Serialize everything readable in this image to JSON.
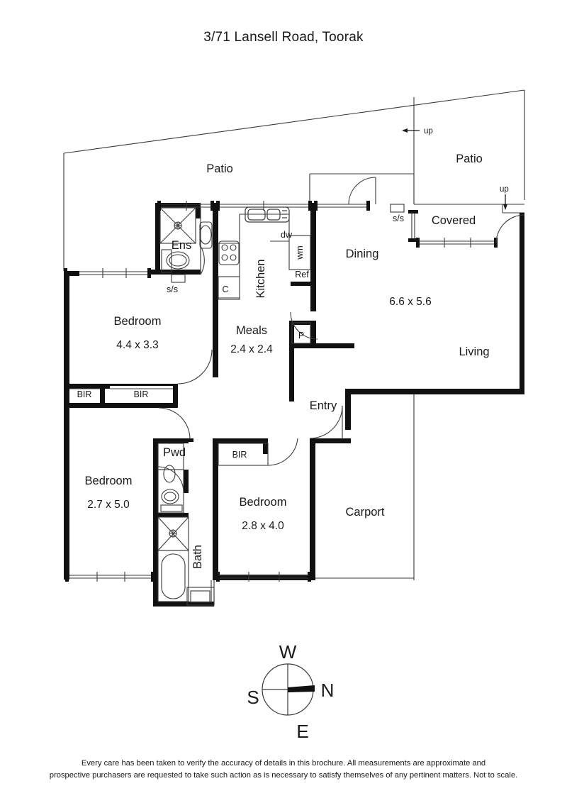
{
  "title": "3/71 Lansell Road, Toorak",
  "footer": {
    "line1": "Every care has been taken to verify the accuracy of details in this brochure. All measurements are approximate and",
    "line2": "prospective purchasers are requested to take such action as is necessary to satisfy themselves of any pertinent matters. Not to scale."
  },
  "colors": {
    "wall": "#111111",
    "thin_line": "#3a3a3a",
    "fixture": "#2b2b2b",
    "background": "#ffffff",
    "text": "#1a1a1a"
  },
  "rooms": [
    {
      "name": "patio-left",
      "label": "Patio",
      "dimensions": ""
    },
    {
      "name": "patio-right",
      "label": "Patio",
      "dimensions": ""
    },
    {
      "name": "covered",
      "label": "Covered",
      "dimensions": ""
    },
    {
      "name": "ensuite",
      "label": "Ens",
      "dimensions": ""
    },
    {
      "name": "kitchen",
      "label": "Kitchen",
      "dimensions": ""
    },
    {
      "name": "dining",
      "label": "Dining",
      "dimensions": ""
    },
    {
      "name": "living",
      "label": "Living",
      "dimensions": "6.6 x 5.6"
    },
    {
      "name": "bedroom-main",
      "label": "Bedroom",
      "dimensions": "4.4 x 3.3"
    },
    {
      "name": "meals",
      "label": "Meals",
      "dimensions": "2.4 x 2.4"
    },
    {
      "name": "bedroom-two",
      "label": "Bedroom",
      "dimensions": "2.7 x 5.0"
    },
    {
      "name": "bedroom-three",
      "label": "Bedroom",
      "dimensions": "2.8 x 4.0"
    },
    {
      "name": "bathroom",
      "label": "Bath",
      "dimensions": ""
    },
    {
      "name": "powder-room",
      "label": "Pwd",
      "dimensions": ""
    },
    {
      "name": "entry",
      "label": "Entry",
      "dimensions": ""
    },
    {
      "name": "carport",
      "label": "Carport",
      "dimensions": ""
    }
  ],
  "room_labels": {
    "patio_left": "Patio",
    "patio_right": "Patio",
    "covered": "Covered",
    "ensuite": "Ens",
    "kitchen": "Kitchen",
    "dining": "Dining",
    "living": "Living",
    "living_dim": "6.6 x 5.6",
    "bedroom_main": "Bedroom",
    "bedroom_main_dim": "4.4 x 3.3",
    "meals": "Meals",
    "meals_dim": "2.4 x 2.4",
    "bedroom_two": "Bedroom",
    "bedroom_two_dim": "2.7 x 5.0",
    "bedroom_three": "Bedroom",
    "bedroom_three_dim": "2.8 x 4.0",
    "bath": "Bath",
    "pwd": "Pwd",
    "entry": "Entry",
    "carport": "Carport"
  },
  "fixtures": {
    "dishwasher": "dw",
    "washing_machine": "wm",
    "refrigerator": "Ref",
    "pantry": "P",
    "cupboard": "C",
    "bir_bedroom_main_small": "BIR",
    "bir_bedroom_main_large": "BIR",
    "bir_bedroom_three": "BIR"
  },
  "annotations": {
    "stairs_up_left": "up",
    "stairs_up_right": "up",
    "ss_ensuite": "s/s",
    "ss_dining": "s/s"
  },
  "compass": {
    "north": "N",
    "south": "S",
    "east": "E",
    "west": "W"
  }
}
